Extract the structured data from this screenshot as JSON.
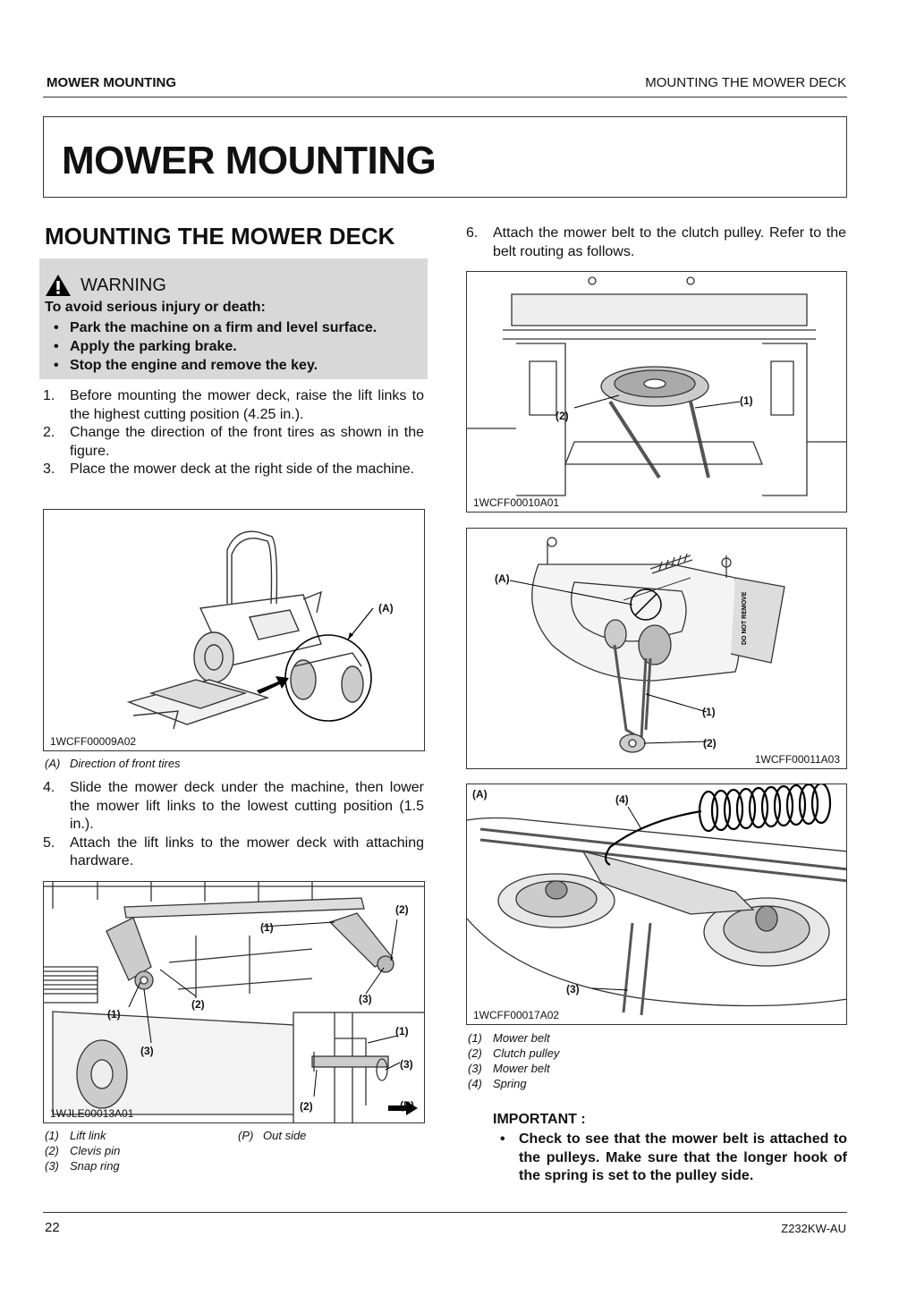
{
  "header": {
    "left": "MOWER MOUNTING",
    "right": "MOUNTING THE MOWER DECK"
  },
  "page_title": "MOWER MOUNTING",
  "section_title": "MOUNTING THE MOWER DECK",
  "warning": {
    "heading": "WARNING",
    "lead": "To avoid serious injury or death:",
    "items": [
      "Park the machine on a firm and level surface.",
      "Apply the parking brake.",
      "Stop the engine and remove the key."
    ]
  },
  "steps_a": [
    {
      "num": "1.",
      "text": "Before mounting the mower deck, raise the lift links to the highest cutting position (4.25 in.)."
    },
    {
      "num": "2.",
      "text": "Change the direction of the front tires as shown in the figure."
    },
    {
      "num": "3.",
      "text": "Place the mower deck at the right side of the machine."
    }
  ],
  "fig1": {
    "code": "1WCFF00009A02",
    "label_a": "(A)",
    "caption": [
      {
        "num": "(A)",
        "text": "Direction of front tires"
      }
    ]
  },
  "steps_b": [
    {
      "num": "4.",
      "text": "Slide the mower deck under the machine, then lower the mower lift links to the lowest cutting position (1.5 in.)."
    },
    {
      "num": "5.",
      "text": "Attach the lift links to the mower deck with attaching hardware."
    }
  ],
  "fig2": {
    "code": "1WJLE00013A01",
    "labels": [
      "(1)",
      "(2)",
      "(1)",
      "(2)",
      "(3)",
      "(3)",
      "(1)",
      "(3)",
      "(2)",
      "(P)"
    ],
    "caption_left": [
      {
        "num": "(1)",
        "text": "Lift link"
      },
      {
        "num": "(2)",
        "text": "Clevis pin"
      },
      {
        "num": "(3)",
        "text": "Snap ring"
      }
    ],
    "caption_right": [
      {
        "num": "(P)",
        "text": "Out side"
      }
    ]
  },
  "step6": {
    "num": "6.",
    "text": "Attach the mower belt to the clutch pulley. Refer to the belt routing as follows."
  },
  "fig3": {
    "code": "1WCFF00010A01",
    "labels": [
      "(2)",
      "(1)"
    ]
  },
  "fig4": {
    "code": "1WCFF00011A03",
    "labels": [
      "(A)",
      "(1)",
      "(2)"
    ],
    "stamp": "DO NOT REMOVE"
  },
  "fig5": {
    "code": "1WCFF00017A02",
    "labels": [
      "(A)",
      "(4)",
      "(3)"
    ],
    "caption": [
      {
        "num": "(1)",
        "text": "Mower belt"
      },
      {
        "num": "(2)",
        "text": "Clutch pulley"
      },
      {
        "num": "(3)",
        "text": "Mower belt"
      },
      {
        "num": "(4)",
        "text": "Spring"
      }
    ]
  },
  "important": {
    "heading": "IMPORTANT :",
    "items": [
      "Check to see that the mower belt is attached to the pulleys. Make sure that the longer hook of the spring is set to the pulley side."
    ]
  },
  "footer": {
    "page_number": "22",
    "doc_code": "Z232KW-AU"
  }
}
